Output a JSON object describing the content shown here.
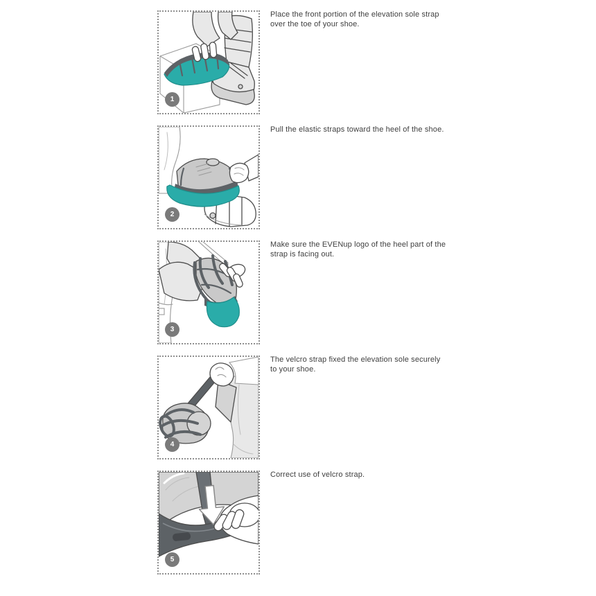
{
  "document": {
    "type": "product-instruction-sheet",
    "product": "EVENup elevation sole strap"
  },
  "colors": {
    "accent_teal": "#2aaca9",
    "badge_gray": "#7a7a7a",
    "caption_text": "#3e3e3e",
    "box_border": "#8f8f8f"
  },
  "steps": [
    {
      "num": "1",
      "illustration": "hands placing the teal elevation sole strap over the toe of a shoe beside a step box and a walking cast boot",
      "lines": [
        "Place the front portion of the elevation sole strap",
        "over the toe of your shoe."
      ]
    },
    {
      "num": "2",
      "illustration": "hands pulling the elastic straps of the elevation sole toward the heel of a sneaker, cast boot below",
      "lines": [
        "Pull the elastic straps toward the heel of the shoe."
      ]
    },
    {
      "num": "3",
      "illustration": "hands holding the shoe heel-up showing the teal heel cup of the strap facing out",
      "lines": [
        "Make sure the EVENup logo of the heel part of the",
        "strap is facing out."
      ]
    },
    {
      "num": "4",
      "illustration": "hand pulling the velcro strap up from the webbing cage fixed around the shoe",
      "lines": [
        "The velcro strap fixed the elevation sole securely",
        "to your shoe."
      ]
    },
    {
      "num": "5",
      "illustration": "close-up of fingers pressing the velcro strap onto the sole band with a downward arrow",
      "lines": [
        "Correct use of velcro strap."
      ]
    }
  ]
}
